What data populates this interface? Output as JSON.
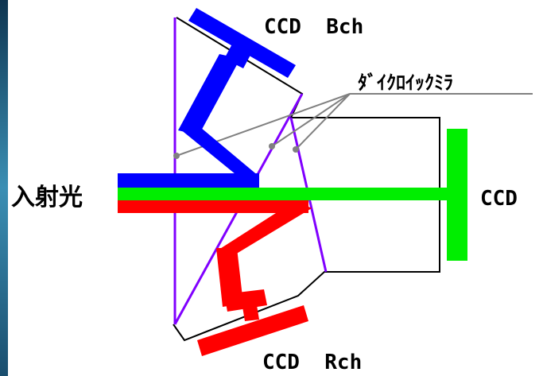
{
  "labels": {
    "ccd_b": "CCD  Bch",
    "ccd_r": "CCD  Rch",
    "ccd_g": "CCD",
    "incident": "入射光",
    "mirror": "ﾀﾞｲｸﾛｲｯｸﾐﾗ"
  },
  "colors": {
    "blue": "#0000ff",
    "green": "#00ee00",
    "red": "#ff0000",
    "mirror": "#8000ff",
    "outline": "#000000",
    "leader": "#808080",
    "background_left": "#2a6e8f"
  }
}
